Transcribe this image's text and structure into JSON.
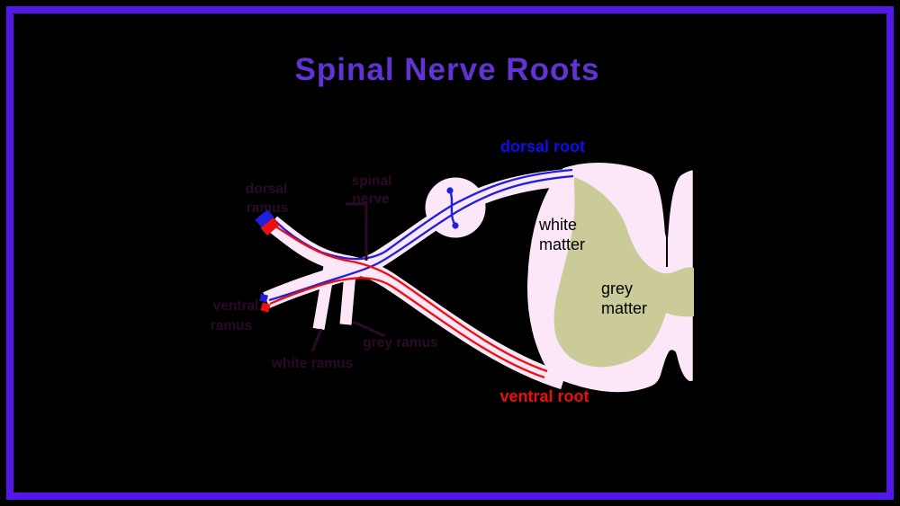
{
  "title": {
    "text": "Spinal Nerve Roots",
    "color": "#6132d4"
  },
  "frame": {
    "border_color": "#5417e9",
    "background": "#000000"
  },
  "colors": {
    "nerve_fill": "#fbe7f7",
    "grey_matter": "#cbcb99",
    "blue_fiber": "#1f1fe0",
    "red_fiber": "#ee0f0f",
    "dark_label": "#2b0a28",
    "blue_label": "#0d0dee",
    "red_label": "#ee0d0d",
    "outline": "#000000"
  },
  "labels": {
    "dorsal_root": {
      "text": "dorsal root"
    },
    "ventral_root": {
      "text": "ventral root"
    },
    "dorsal_ramus": {
      "line1": "dorsal",
      "line2": "ramus"
    },
    "spinal_nerve": {
      "line1": "spinal",
      "line2": "nerve"
    },
    "ventral_ramus": {
      "line1": "ventral",
      "line2": "ramus"
    },
    "white_ramus": {
      "text": "white ramus"
    },
    "grey_ramus": {
      "text": "grey ramus"
    },
    "white_matter": {
      "line1": "white",
      "line2": "matter"
    },
    "grey_matter": {
      "line1": "grey",
      "line2": "matter"
    }
  }
}
